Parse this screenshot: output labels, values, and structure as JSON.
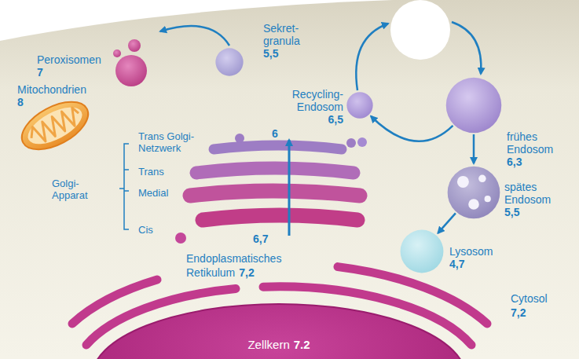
{
  "diagram": {
    "nodes": [
      {
        "text": [
          "Peroxisomen",
          "7"
        ]
      },
      {
        "text": [
          "Mitochondrien",
          "8"
        ]
      },
      {
        "text": [
          "Sekret- granula",
          "5,5"
        ]
      },
      {
        "text": [
          "Recycling- Endosom",
          "6,5"
        ]
      },
      {
        "text": [
          "frühes Endosom",
          "6,3"
        ]
      },
      {
        "text": [
          "spätes Endosom",
          "5,5"
        ]
      },
      {
        "text": [
          "Lysosom",
          "4,7"
        ]
      },
      {
        "text": [
          "Endoplasmatisches Retikulum",
          "7,2"
        ]
      },
      {
        "text": [
          "Zellkern",
          "7.2"
        ]
      }
    ],
    "edges": [
      {
        "from": 4,
        "to": 3,
        "arrow": "to"
      },
      {
        "from": 4,
        "to": 5,
        "arrow": "to"
      },
      {
        "from": 5,
        "to": 6,
        "arrow": "to"
      }
    ],
    "labels": [
      "Trans Golgi- Netzwerk",
      "Trans",
      "Medial",
      "Cis",
      "Golgi- Apparat",
      "6,7",
      "6",
      "Cytosol",
      "7,2"
    ]
  }
}
